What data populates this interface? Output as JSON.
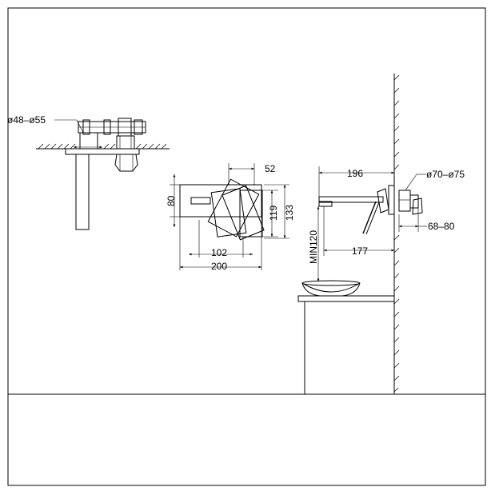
{
  "dimensions": {
    "supply_pipe_diameter": "ø48–ø55",
    "height_front": "80",
    "width_spout_offset": "52",
    "height_plate_inner": "119",
    "height_plate_outer": "133",
    "width_lever": "102",
    "width_total": "200",
    "spout_projection": "196",
    "flange_diameter": "ø70–ø75",
    "wall_depth": "68–80",
    "spout_reach": "177",
    "min_height_above_basin": "MIN120"
  }
}
